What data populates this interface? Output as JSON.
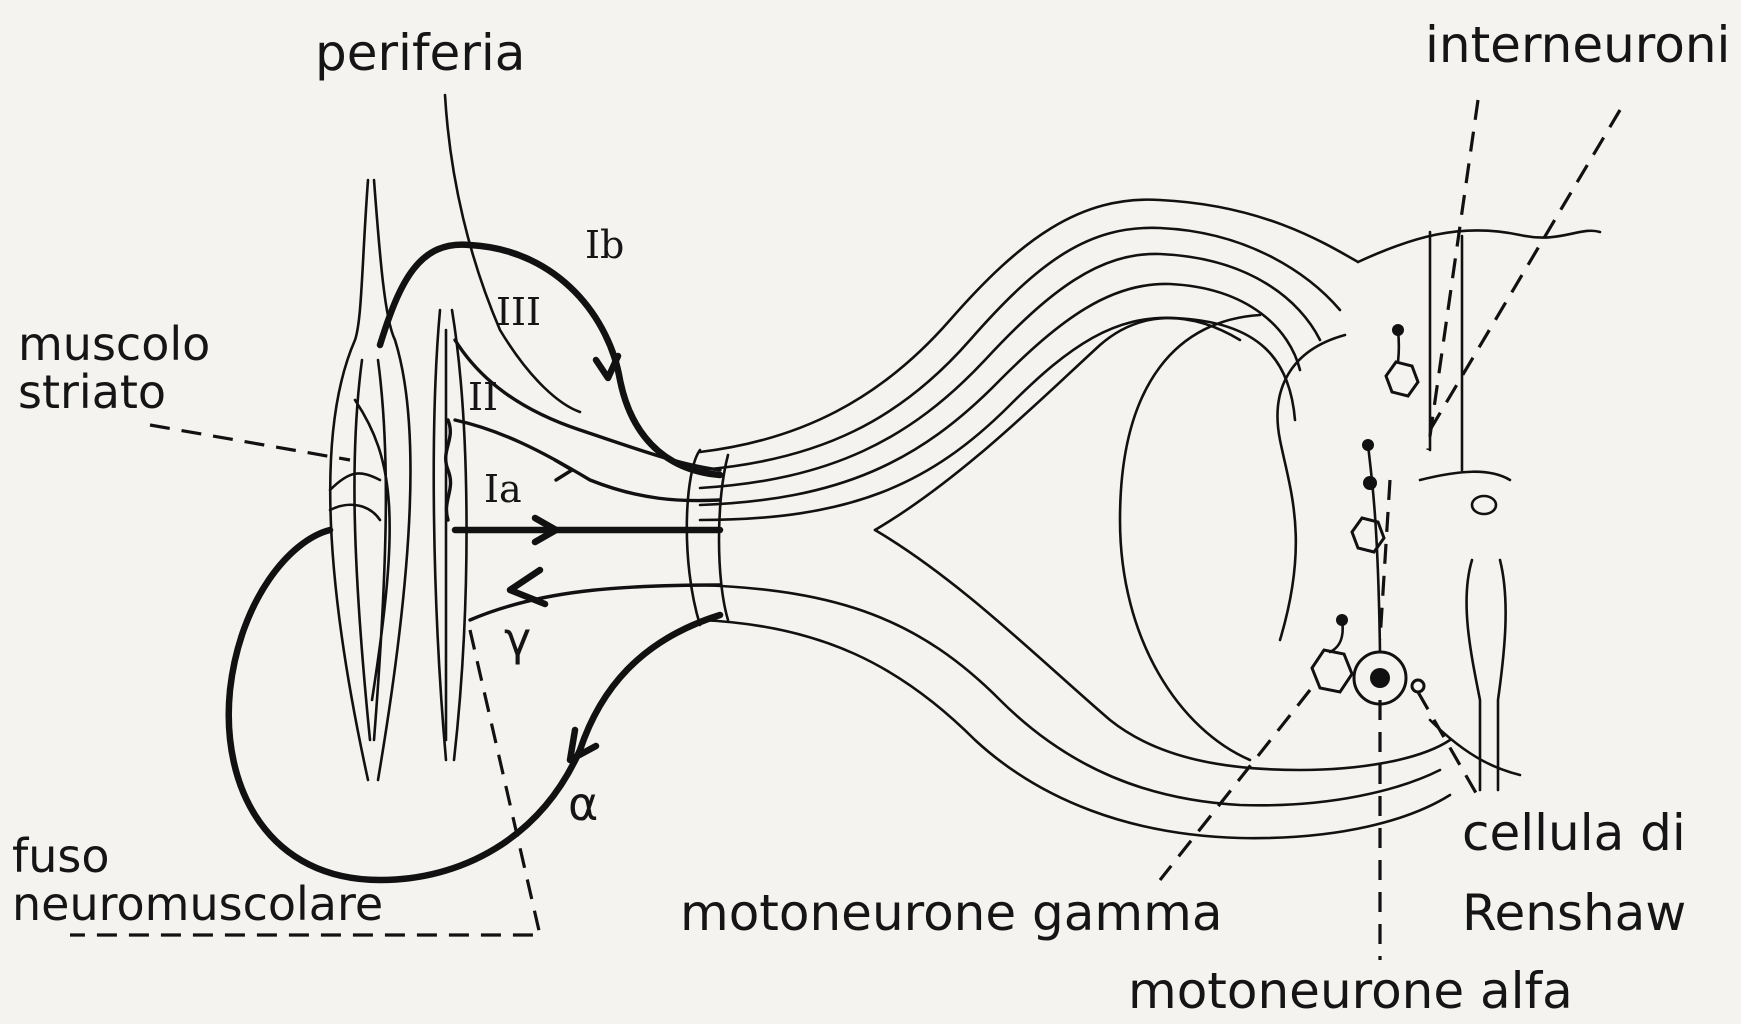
{
  "labels": {
    "periferia": "periferia",
    "interneuroni": "interneuroni",
    "muscolo_line1": "muscolo",
    "muscolo_line2": "striato",
    "fuso_line1": "fuso",
    "fuso_line2": "neuromuscolare",
    "motoneurone_gamma": "motoneurone gamma",
    "motoneurone_alfa": "motoneurone alfa",
    "renshaw_line1": "cellula di",
    "renshaw_line2": "Renshaw"
  },
  "fibers": {
    "Ib": "Ib",
    "III": "III",
    "II": "II",
    "Ia": "Ia",
    "gamma": "γ",
    "alpha": "α"
  }
}
